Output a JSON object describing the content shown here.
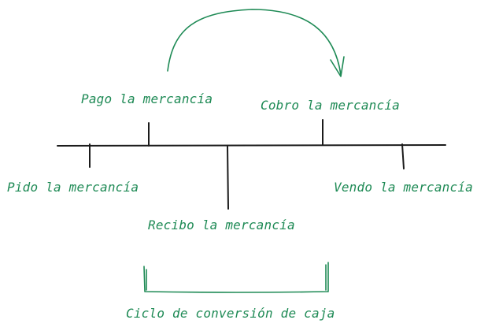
{
  "colors": {
    "label": "#1e8a55",
    "line": "#1b1b1b",
    "accent": "#1e8a55"
  },
  "labels": {
    "pido": "Pido la mercancía",
    "pago": "Pago la mercancía",
    "recibo": "Recibo la mercancía",
    "cobro": "Cobro la mercancía",
    "vendo": "Vendo la mercancía",
    "ciclo": "Ciclo de conversión de caja"
  }
}
